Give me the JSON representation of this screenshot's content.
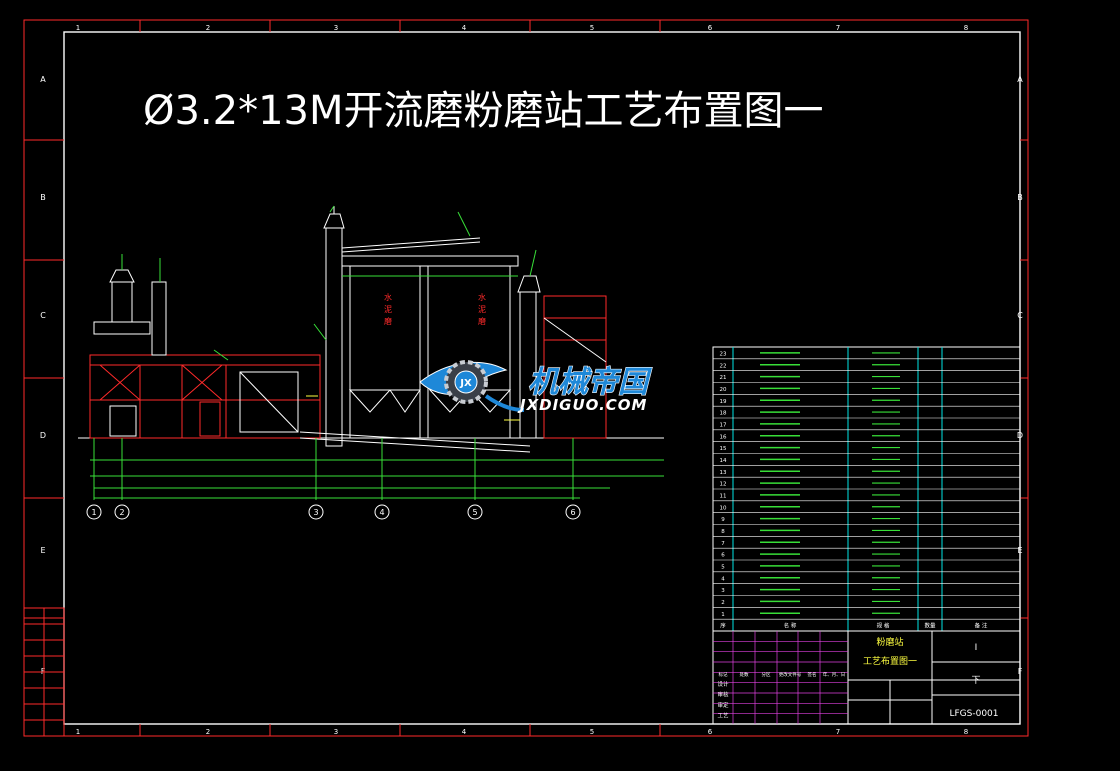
{
  "drawing": {
    "title": "Ø3.2*13M开流磨粉磨站工艺布置图一",
    "col_labels": [
      "1",
      "2",
      "3",
      "4",
      "5",
      "6",
      "7",
      "8"
    ],
    "row_labels": [
      "A",
      "B",
      "C",
      "D",
      "E",
      "F"
    ],
    "axis_marks": [
      "1",
      "2",
      "3",
      "4",
      "5",
      "6"
    ]
  },
  "watermark": {
    "text_cn": "机械帝国",
    "text_en": "JXDIGUO.COM",
    "badge": "JX"
  },
  "title_block": {
    "name_line1": "粉磨站",
    "name_line2": "工艺布置图一",
    "drawing_no": "LFGS-0001",
    "sheet_mark_1": "I",
    "sheet_mark_2": "下",
    "row_labels": [
      "设计",
      "审核",
      "审定",
      "工艺"
    ],
    "header_cells": [
      "标记",
      "处数",
      "分区",
      "更改文件号",
      "签名",
      "年、月、日"
    ]
  },
  "parts_table": {
    "last_row_no": "23",
    "header": [
      "序",
      "名 称",
      "规 格",
      "数量",
      "备 注"
    ],
    "row_numbers": [
      "23",
      "22",
      "21",
      "20",
      "19",
      "18",
      "17",
      "16",
      "15",
      "14",
      "13",
      "12",
      "11",
      "10",
      "9",
      "8",
      "7",
      "6",
      "5",
      "4",
      "3",
      "2",
      "1"
    ]
  },
  "colors": {
    "background": "#000000",
    "frame": "#ffffff",
    "red": "#ff2a2a",
    "green": "#38e038",
    "cyan": "#00e5e5",
    "magenta": "#e040e0",
    "yellow": "#ffff40",
    "brand": "#1e88d8"
  }
}
